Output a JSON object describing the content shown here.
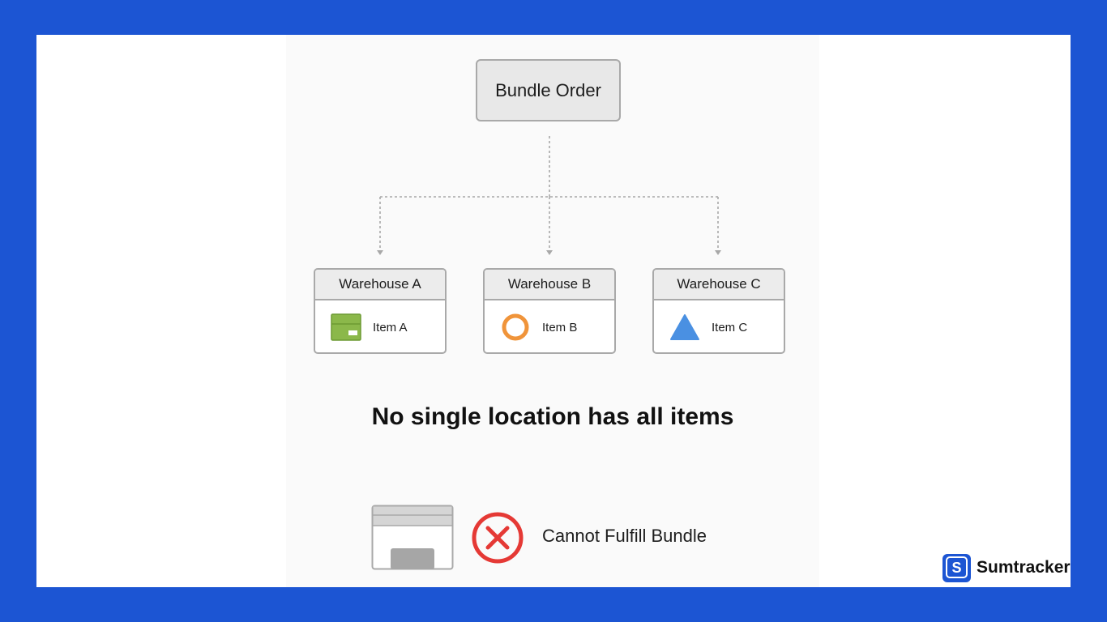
{
  "diagram": {
    "root": {
      "label": "Bundle Order"
    },
    "warehouses": [
      {
        "name": "Warehouse A",
        "item": "Item A",
        "icon": "green-box-icon",
        "color": "#8bb84a"
      },
      {
        "name": "Warehouse B",
        "item": "Item B",
        "icon": "orange-ring-icon",
        "color": "#f0943a"
      },
      {
        "name": "Warehouse C",
        "item": "Item C",
        "icon": "blue-triangle-icon",
        "color": "#4a90e2"
      }
    ],
    "headline": "No single location has all items",
    "status": {
      "text": "Cannot Fulfill Bundle",
      "icon": "red-x-circle-icon",
      "color": "#e53935"
    }
  },
  "brand": {
    "initial": "S",
    "name": "Sumtracker",
    "color": "#1c55d3"
  }
}
